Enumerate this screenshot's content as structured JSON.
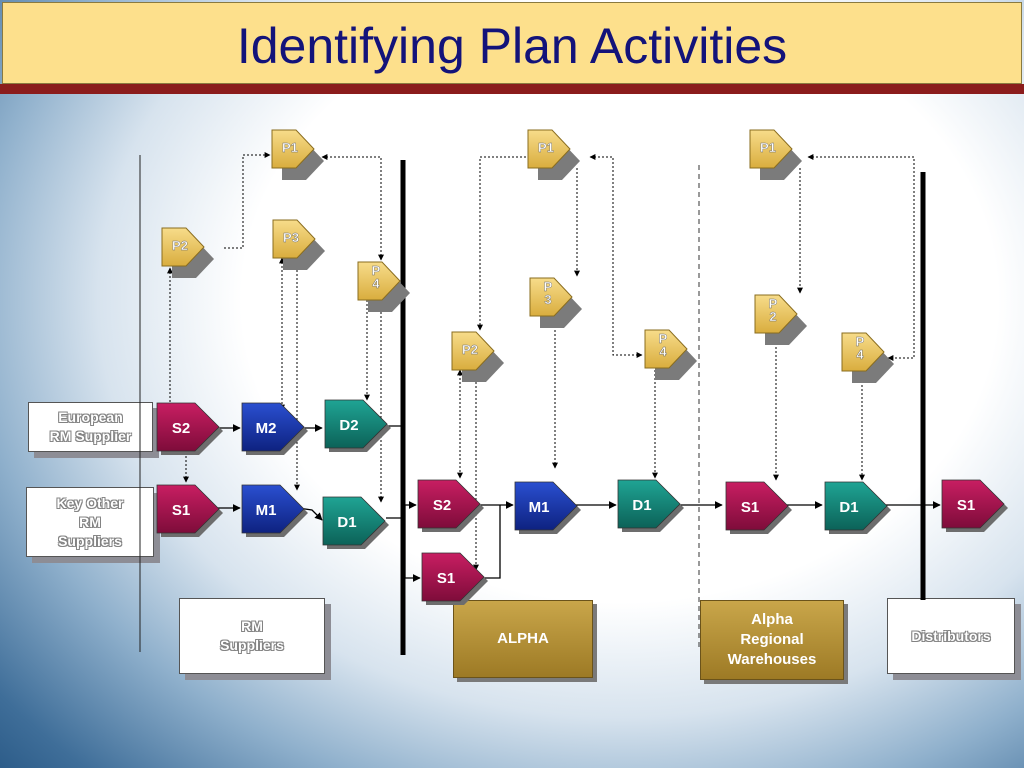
{
  "title": "Identifying Plan Activities",
  "nodes": [
    {
      "id": "p1a",
      "label": "P1",
      "kind": "plan"
    },
    {
      "id": "p2a",
      "label": "P2",
      "kind": "plan"
    },
    {
      "id": "p3a",
      "label": "P3",
      "kind": "plan"
    },
    {
      "id": "p4a",
      "label": "P\n4",
      "kind": "plan"
    },
    {
      "id": "p1b",
      "label": "P1",
      "kind": "plan"
    },
    {
      "id": "p3b",
      "label": "P\n3",
      "kind": "plan"
    },
    {
      "id": "p2b",
      "label": "P2",
      "kind": "plan"
    },
    {
      "id": "p4b",
      "label": "P\n4",
      "kind": "plan"
    },
    {
      "id": "p1c",
      "label": "P1",
      "kind": "plan"
    },
    {
      "id": "p2c",
      "label": "P\n2",
      "kind": "plan"
    },
    {
      "id": "p4c",
      "label": "P\n4",
      "kind": "plan"
    },
    {
      "id": "s2a",
      "label": "S2",
      "kind": "source"
    },
    {
      "id": "m2a",
      "label": "M2",
      "kind": "make"
    },
    {
      "id": "d2a",
      "label": "D2",
      "kind": "deliver"
    },
    {
      "id": "s1a",
      "label": "S1",
      "kind": "source"
    },
    {
      "id": "m1a",
      "label": "M1",
      "kind": "make"
    },
    {
      "id": "d1a",
      "label": "D1",
      "kind": "deliver"
    },
    {
      "id": "s2b",
      "label": "S2",
      "kind": "source"
    },
    {
      "id": "s1b",
      "label": "S1",
      "kind": "source"
    },
    {
      "id": "m1b",
      "label": "M1",
      "kind": "make"
    },
    {
      "id": "d1b",
      "label": "D1",
      "kind": "deliver"
    },
    {
      "id": "s1c",
      "label": "S1",
      "kind": "source"
    },
    {
      "id": "d1c",
      "label": "D1",
      "kind": "deliver"
    },
    {
      "id": "s1d",
      "label": "S1",
      "kind": "source"
    }
  ],
  "boxes": {
    "european": "European\nRM Supplier",
    "key_other": "Key Other\nRM\nSuppliers",
    "rm_suppliers": "RM\nSuppliers",
    "alpha": "ALPHA",
    "regional": "Alpha\nRegional\nWarehouses",
    "distributors": "Distributors"
  },
  "colors": {
    "title_bg": "#fde08c",
    "title_text": "#13137a",
    "band": "#8b1c1c",
    "plan": "#e8c25c",
    "source": "#a3124e",
    "make": "#1634a6",
    "deliver": "#138478",
    "gold_box": "#b8913a"
  }
}
